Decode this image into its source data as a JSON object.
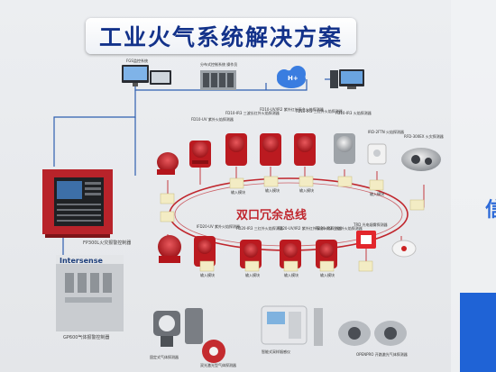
{
  "title": "工业火气系统解决方案",
  "ring_label": "双口冗余总线",
  "top_system_labels": [
    "FGS监控系统",
    "分布式控制系统 操作员",
    "H+"
  ],
  "panel_labels": [
    "FP300L火灾报警控制器",
    "Intersense",
    "GP600气体报警控制器"
  ],
  "upper_detector_labels": [
    "FD10-UV 紫外火焰探测器",
    "FD10-IR3 三波长红外火焰探测器",
    "FD10-UV/IR2 紫外红外复合火焰探测器",
    "FD10-IR3 三红外火焰探测器",
    "FD10-IR3 火焰探测器",
    "IRD-2FTN 火焰探测器",
    "RFD-300EX 火灾探测器"
  ],
  "lower_detector_labels": [
    "IFD20-UV 紫外火焰探测器",
    "FD20-IR3 三红外火焰探测器",
    "FD20-UV/IR2 紫外红外复合火焰探测器",
    "FD20-IR3 三红外火焰探测器",
    "TRD 光电烟雾探测器"
  ],
  "module_labels": [
    "输入模块",
    "输入模块",
    "输入模块",
    "输入模块",
    "输入模块",
    "输入模块",
    "输入模块",
    "输入模块"
  ],
  "bottom_labels": [
    "固定式气体探测器",
    "双光激光型气体探测器",
    "智能式采样烟感仪",
    "OPENPRO 开路激光气体探测器"
  ],
  "icons": [
    "monitor-icon",
    "server-rack-icon",
    "cloud-icon",
    "workstation-icon"
  ],
  "colors": {
    "title": "#13328a",
    "bus": "#c0262d",
    "panel": "#b8232a"
  }
}
